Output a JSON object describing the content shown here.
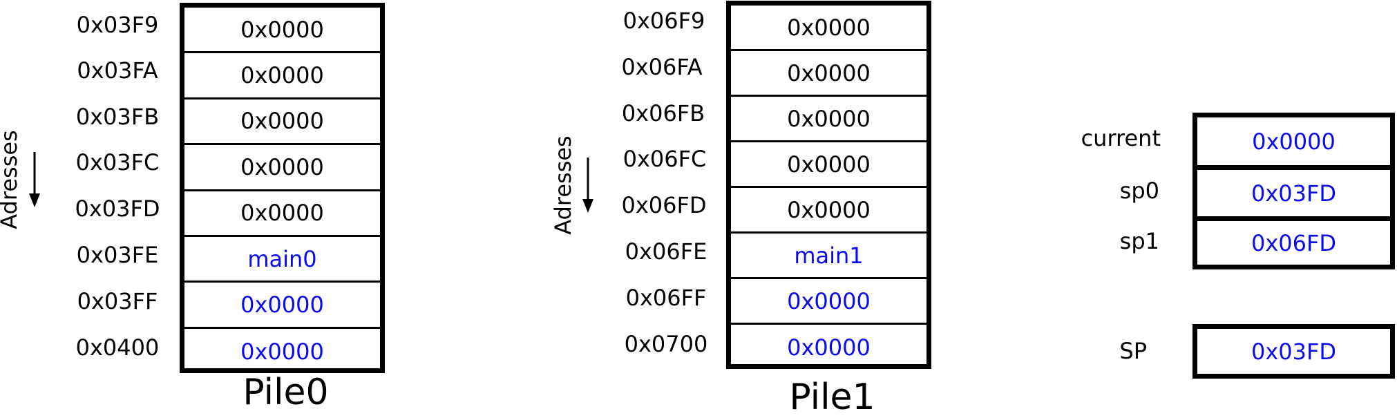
{
  "pile0": {
    "title": "Pile0",
    "addresses": [
      "0x03F9",
      "0x03FA",
      "0x03FB",
      "0x03FC",
      "0x03FD",
      "0x03FE",
      "0x03FF",
      "0x0400"
    ],
    "cells": [
      {
        "value": "0x0000",
        "color": "black"
      },
      {
        "value": "0x0000",
        "color": "black"
      },
      {
        "value": "0x0000",
        "color": "black"
      },
      {
        "value": "0x0000",
        "color": "black"
      },
      {
        "value": "0x0000",
        "color": "black"
      },
      {
        "value": "main0",
        "color": "blue"
      },
      {
        "value": "0x0000",
        "color": "blue"
      },
      {
        "value": "0x0000",
        "color": "blue"
      }
    ]
  },
  "pile1": {
    "title": "Pile1",
    "addresses": [
      "0x06F9",
      "0x06FA",
      "0x06FB",
      "0x06FC",
      "0x06FD",
      "0x06FE",
      "0x06FF",
      "0x0700"
    ],
    "cells": [
      {
        "value": "0x0000",
        "color": "black"
      },
      {
        "value": "0x0000",
        "color": "black"
      },
      {
        "value": "0x0000",
        "color": "black"
      },
      {
        "value": "0x0000",
        "color": "black"
      },
      {
        "value": "0x0000",
        "color": "black"
      },
      {
        "value": "main1",
        "color": "blue"
      },
      {
        "value": "0x0000",
        "color": "blue"
      },
      {
        "value": "0x0000",
        "color": "blue"
      }
    ]
  },
  "axis_label": "Adresses",
  "registers": {
    "group": [
      {
        "label": "current",
        "value": "0x0000"
      },
      {
        "label": "sp0",
        "value": "0x03FD"
      },
      {
        "label": "sp1",
        "value": "0x06FD"
      }
    ],
    "sp": {
      "label": "SP",
      "value": "0x03FD"
    }
  },
  "colors": {
    "blue": "#0a0aee",
    "black": "#000000"
  }
}
